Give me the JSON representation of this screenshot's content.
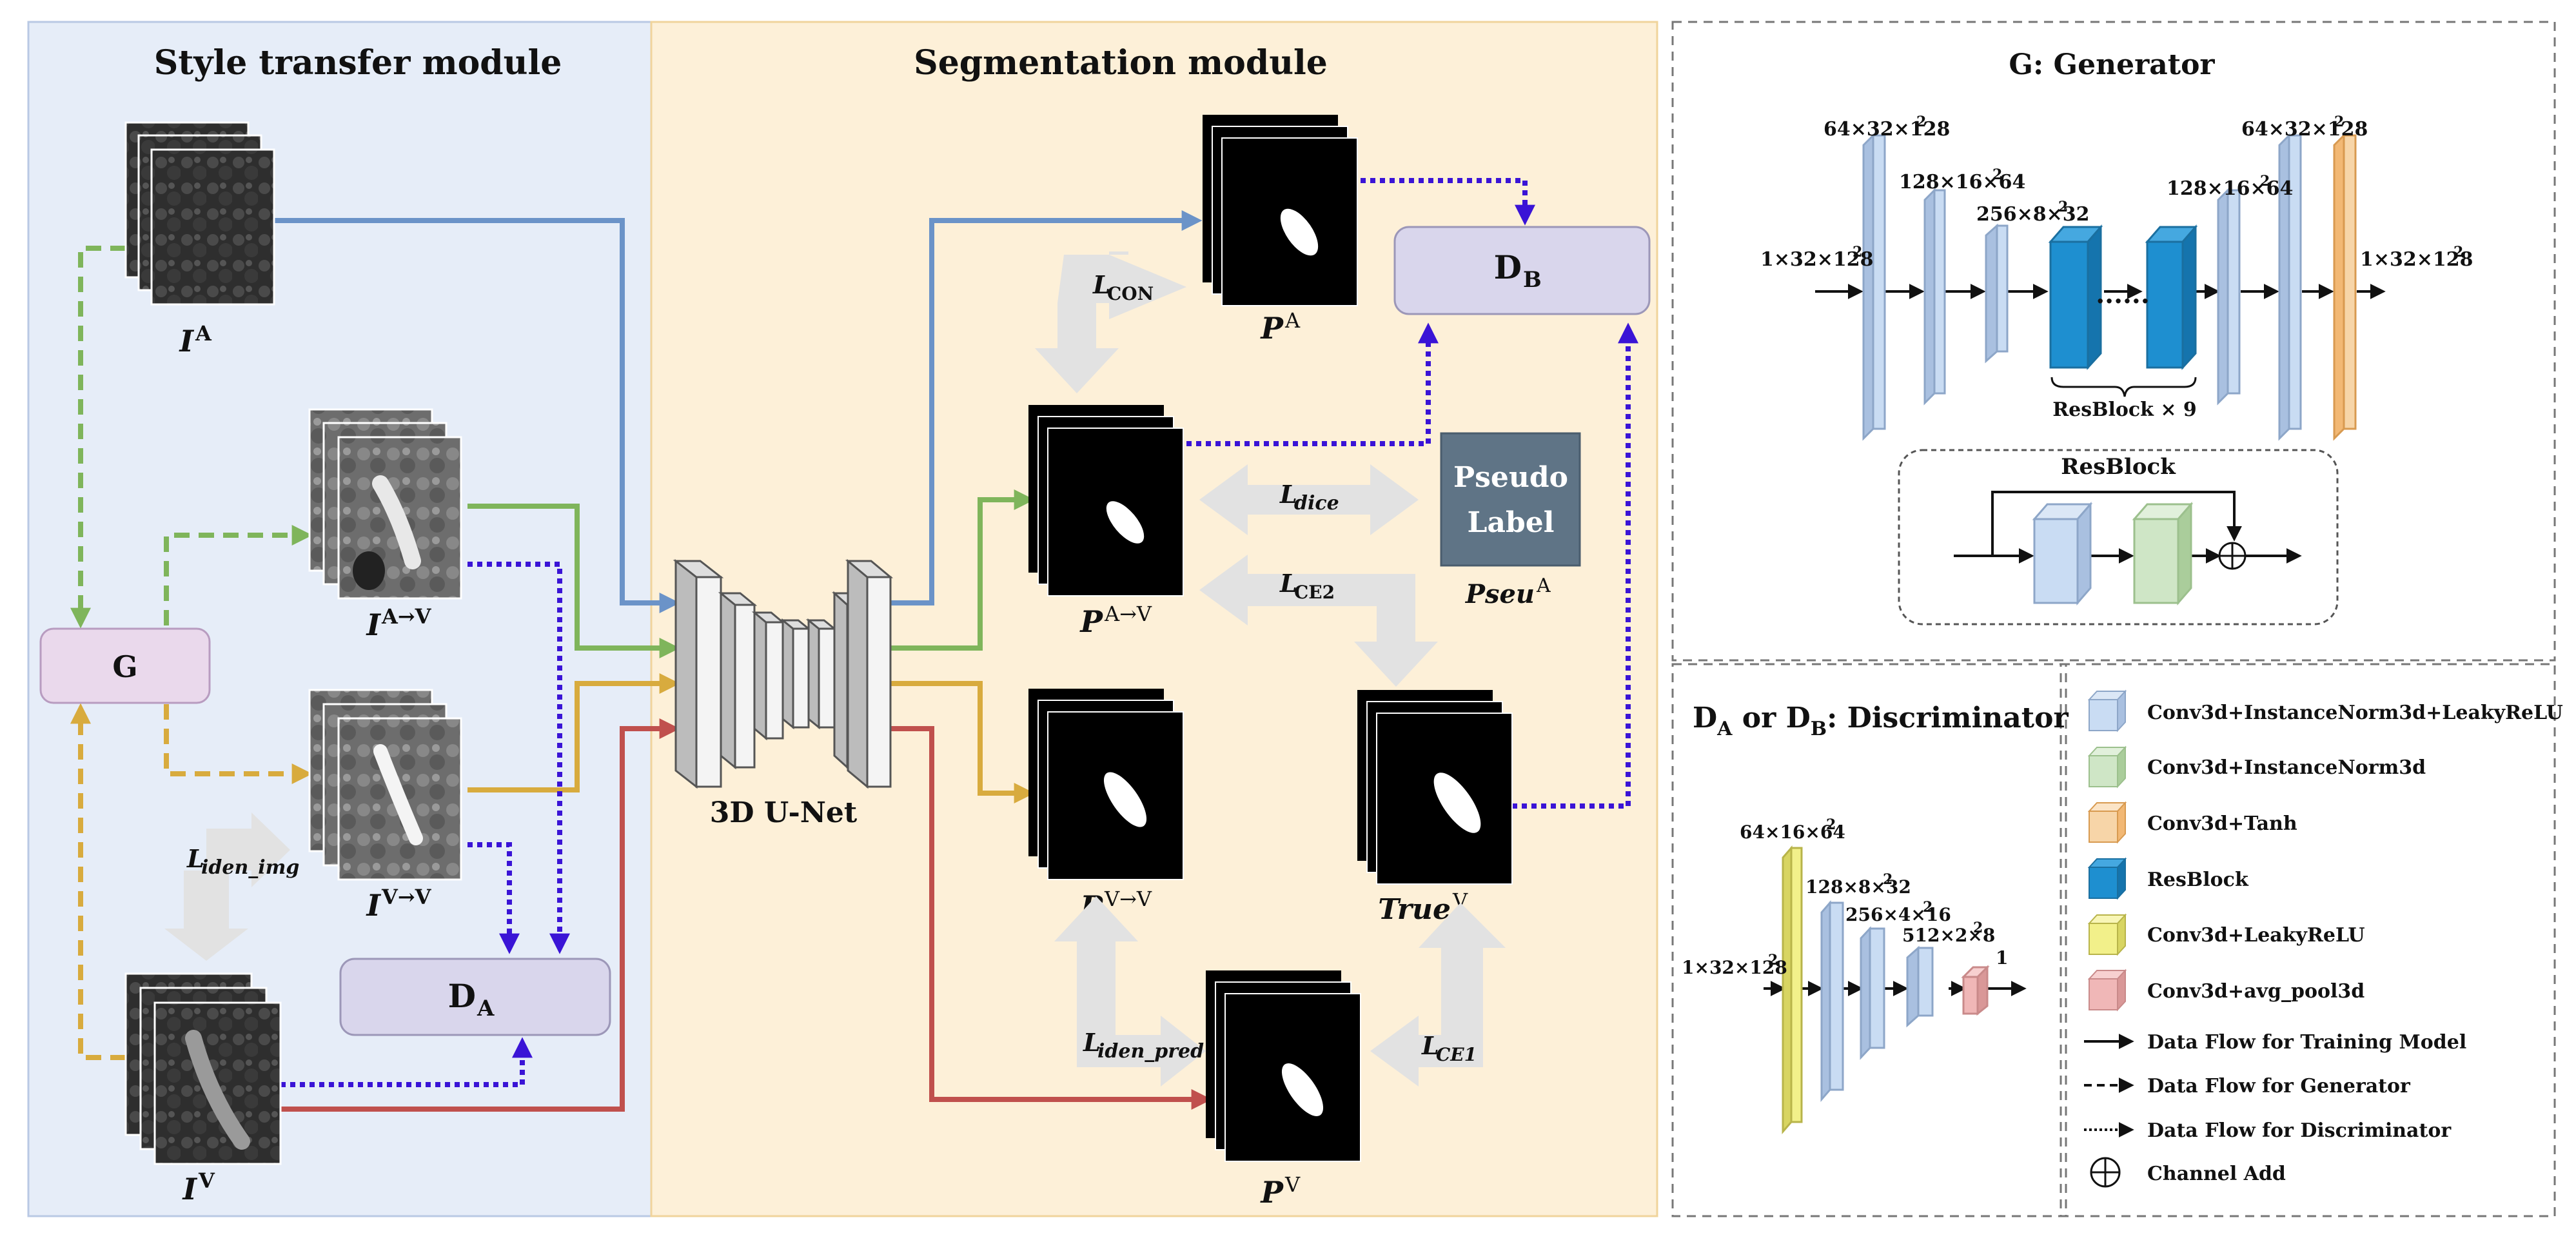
{
  "modules": {
    "style_transfer": "Style transfer module",
    "segmentation": "Segmentation module"
  },
  "images": {
    "ia": "A",
    "iav": "A→V",
    "ivv": "V→V",
    "iv": "V"
  },
  "blocks": {
    "g": "G",
    "da": "A",
    "db": "B",
    "unet": "3D U-Net",
    "pseudo_line1": "Pseudo",
    "pseudo_line2": "Label",
    "pseu_label": "Pseu",
    "pseu_sup": "A"
  },
  "predictions": {
    "pa": "A",
    "pav": "A→V",
    "pvv": "V→V",
    "pv": "V",
    "true_v": "True",
    "true_sup": "V"
  },
  "losses": {
    "con": "CON",
    "dice": "dice",
    "ce2": "CE2",
    "iden_img": "iden_img",
    "iden_pred": "iden_pred",
    "ce1": "CE1"
  },
  "generator": {
    "title": "G: Generator",
    "in_shape": "1×32×128",
    "in_shape_sup": "2",
    "s1": "64×32×128",
    "s1_sup": "2",
    "s2": "128×16×64",
    "s2_sup": "2",
    "s3": "256×8×32",
    "s3_sup": "2",
    "s4": "128×16×64",
    "s4_sup": "2",
    "s5": "64×32×128",
    "s5_sup": "2",
    "out_shape": "1×32×128",
    "out_shape_sup": "2",
    "resblock_times": "ResBlock × 9",
    "resblock_title": "ResBlock",
    "dots": "......"
  },
  "discriminator": {
    "title_prefix": "D",
    "title_a": "A",
    "title_or": " or D",
    "title_b": "B",
    "title_suffix": ": Discriminator",
    "in_shape": "1×32×128",
    "in_shape_sup": "2",
    "s1": "64×16×64",
    "s1_sup": "2",
    "s2": "128×8×32",
    "s2_sup": "2",
    "s3": "256×4×16",
    "s3_sup": "2",
    "s4": "512×2×8",
    "s4_sup": "2",
    "out": "1"
  },
  "legend": [
    {
      "label": "Conv3d+InstanceNorm3d+LeakyReLU",
      "color": "#c9dcf3"
    },
    {
      "label": "Conv3d+InstanceNorm3d",
      "color": "#cfe6c6"
    },
    {
      "label": "Conv3d+Tanh",
      "color": "#f7d5a8"
    },
    {
      "label": "ResBlock",
      "color": "#1e8fd0"
    },
    {
      "label": "Conv3d+LeakyReLU",
      "color": "#f2f08a"
    },
    {
      "label": "Conv3d+avg_pool3d",
      "color": "#f0b7b7"
    },
    {
      "label": "Data Flow for Training Model"
    },
    {
      "label": "Data Flow for Generator"
    },
    {
      "label": "Data Flow for Discriminator"
    },
    {
      "label": "Channel Add"
    }
  ],
  "colors": {
    "style_panel": "#e6edf8",
    "seg_panel": "#fdf0d8",
    "block_purple": "#d9d6ec",
    "g_pink": "#ead9ec",
    "flow_blue": "#6b93c8",
    "flow_green": "#7fb55b",
    "flow_yellow": "#d8ab3e",
    "flow_red": "#c0504d",
    "flow_purple": "#3a14d6",
    "pseudo_box": "#5f7486"
  }
}
